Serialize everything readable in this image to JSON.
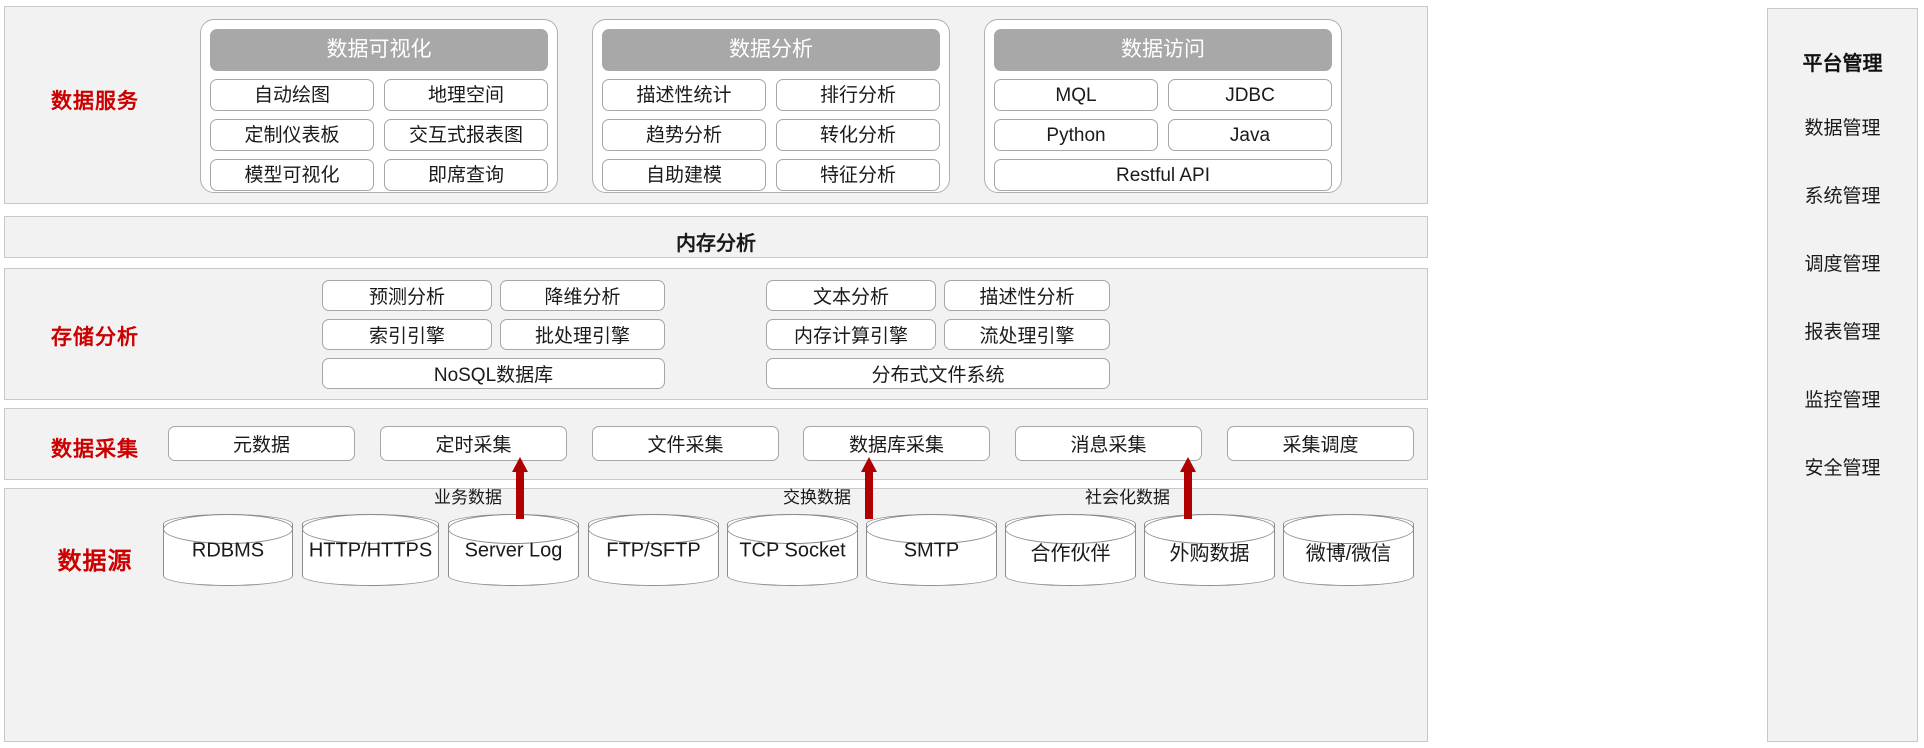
{
  "layers": {
    "data_service": {
      "label": "数据服务",
      "groups": [
        {
          "header": "数据可视化",
          "rows": [
            [
              "自动绘图",
              "地理空间"
            ],
            [
              "定制仪表板",
              "交互式报表图"
            ],
            [
              "模型可视化",
              "即席查询"
            ]
          ]
        },
        {
          "header": "数据分析",
          "rows": [
            [
              "描述性统计",
              "排行分析"
            ],
            [
              "趋势分析",
              "转化分析"
            ],
            [
              "自助建模",
              "特征分析"
            ]
          ]
        },
        {
          "header": "数据访问",
          "rows": [
            [
              "MQL",
              "JDBC"
            ],
            [
              "Python",
              "Java"
            ],
            [
              "Restful API"
            ]
          ]
        }
      ]
    },
    "memory_analysis": {
      "title": "内存分析"
    },
    "storage_analysis": {
      "label": "存储分析",
      "left_group": [
        [
          "预测分析",
          "降维分析"
        ],
        [
          "索引引擎",
          "批处理引擎"
        ],
        [
          "NoSQL数据库"
        ]
      ],
      "right_group": [
        [
          "文本分析",
          "描述性分析"
        ],
        [
          "内存计算引擎",
          "流处理引擎"
        ],
        [
          "分布式文件系统"
        ]
      ]
    },
    "data_collection": {
      "label": "数据采集",
      "items": [
        "元数据",
        "定时采集",
        "文件采集",
        "数据库采集",
        "消息采集",
        "采集调度"
      ]
    },
    "data_source": {
      "label": "数据源",
      "items": [
        "RDBMS",
        "HTTP/HTTPS",
        "Server Log",
        "FTP/SFTP",
        "TCP Socket",
        "SMTP",
        "合作伙伴",
        "外购数据",
        "微博/微信"
      ]
    }
  },
  "flows": [
    {
      "label": "业务数据"
    },
    {
      "label": "交换数据"
    },
    {
      "label": "社会化数据"
    }
  ],
  "sidebar": {
    "title": "平台管理",
    "items": [
      "数据管理",
      "系统管理",
      "调度管理",
      "报表管理",
      "监控管理",
      "安全管理"
    ]
  },
  "colors": {
    "accent_red": "#cc0000",
    "arrow_red": "#b00000",
    "panel_bg": "#f2f2f2",
    "header_grey": "#a8a8a8"
  }
}
